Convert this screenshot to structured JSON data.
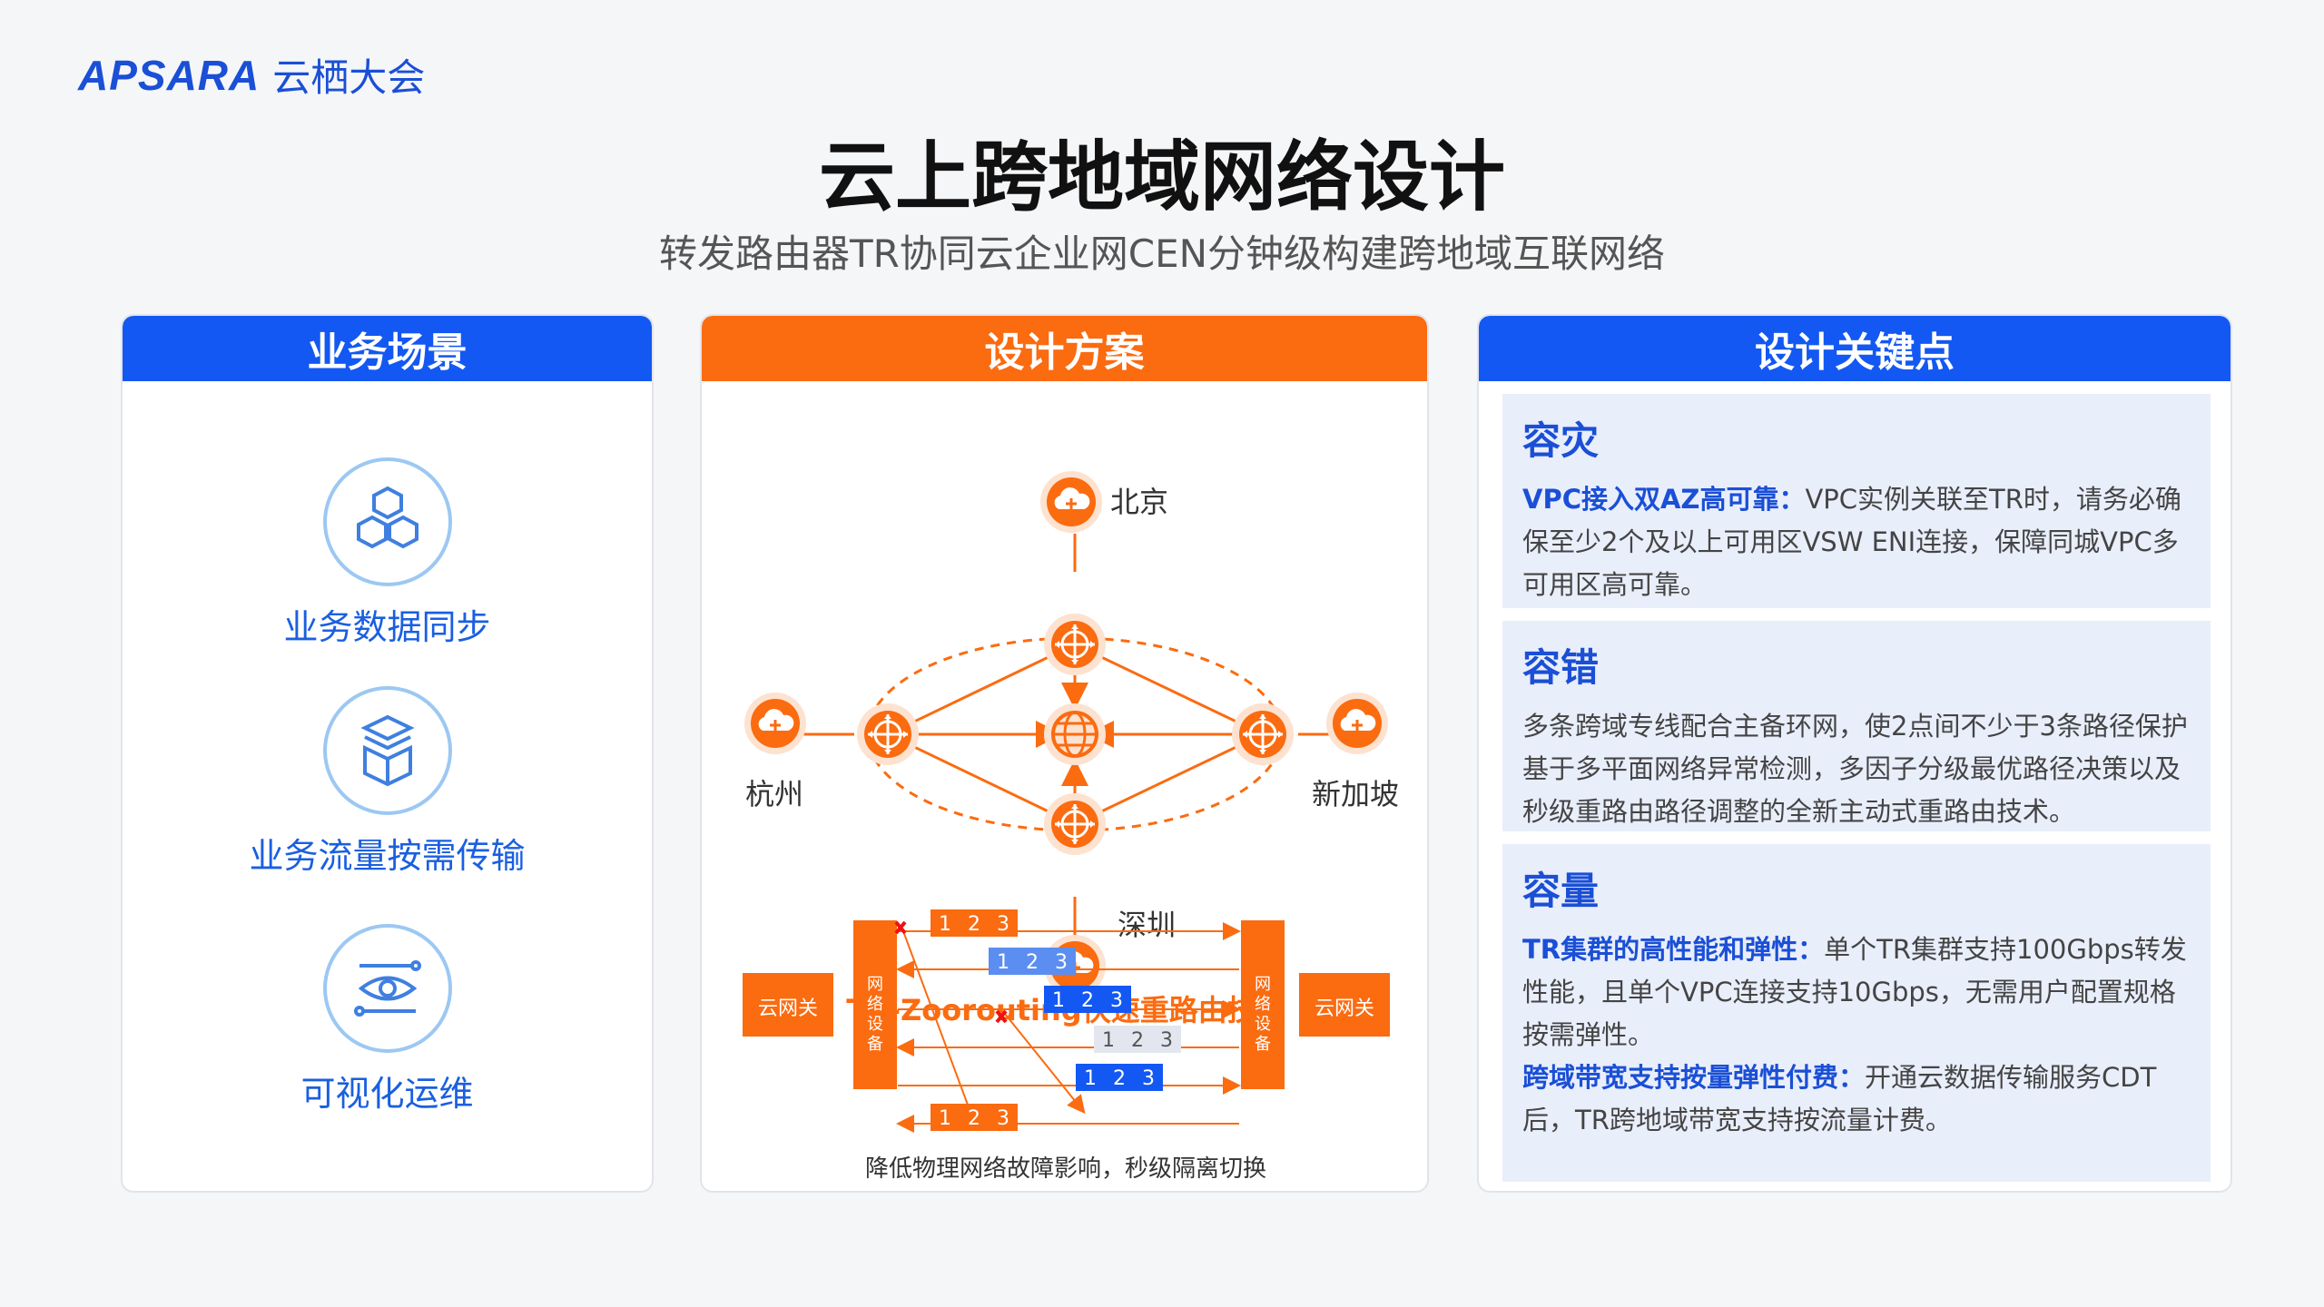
{
  "brand": {
    "logo_text": "APSARA",
    "name": "云栖大会"
  },
  "title": "云上跨地域网络设计",
  "subtitle": "转发路由器TR协同云企业网CEN分钟级构建跨地域互联网络",
  "left": {
    "header": "业务场景",
    "items": [
      {
        "label": "业务数据同步",
        "icon": "hexagons-icon"
      },
      {
        "label": "业务流量按需传输",
        "icon": "stacked-boxes-icon"
      },
      {
        "label": "可视化运维",
        "icon": "eye-monitor-icon"
      }
    ]
  },
  "center": {
    "header": "设计方案",
    "cities": {
      "north": "北京",
      "west": "杭州",
      "east": "新加坡",
      "south": "深圳"
    },
    "tech_title": "TR-Zoorouting快速重路由技术",
    "gateway_label": "云网关",
    "device_label": "网络设备",
    "packet_numbers": [
      "1",
      "2",
      "3"
    ],
    "caption": "降低物理网络故障影响，秒级隔离切换",
    "colors": {
      "orange": "#fb6b10",
      "blue": "#1358f2",
      "light_blue": "#5b8ef0",
      "gray_packet": "#e3e6ee"
    }
  },
  "right": {
    "header": "设计关键点",
    "sections": [
      {
        "title": "容灾",
        "parts": [
          {
            "em": "VPC接入双AZ高可靠：",
            "text": "VPC实例关联至TR时，请务必确保至少2个及以上可用区VSW ENI连接，保障同城VPC多可用区高可靠。"
          }
        ]
      },
      {
        "title": "容错",
        "parts": [
          {
            "em": "",
            "text": "多条跨域专线配合主备环网，使2点间不少于3条路径保护基于多平面网络异常检测，多因子分级最优路径决策以及秒级重路由路径调整的全新主动式重路由技术。"
          }
        ]
      },
      {
        "title": "容量",
        "parts": [
          {
            "em": "TR集群的高性能和弹性：",
            "text": "单个TR集群支持100Gbps转发性能，且单个VPC连接支持10Gbps，无需用户配置规格按需弹性。"
          },
          {
            "em": "跨域带宽支持按量弹性付费：",
            "text": "开通云数据传输服务CDT后，TR跨地域带宽支持按流量计费。"
          }
        ]
      }
    ]
  }
}
